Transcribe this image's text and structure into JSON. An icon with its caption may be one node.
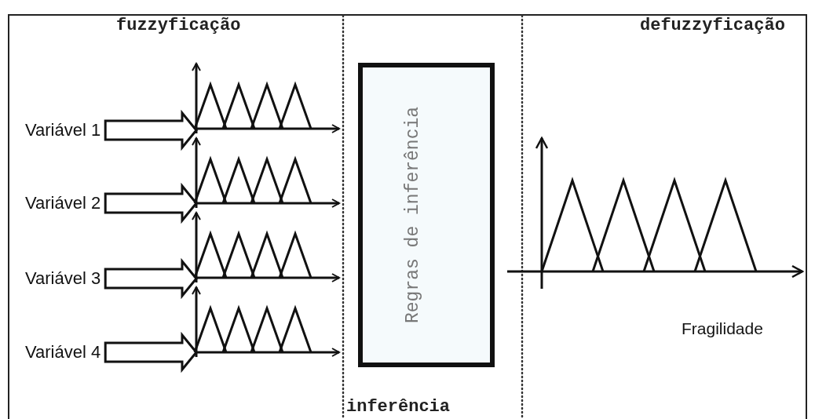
{
  "diagram": {
    "nodes": [
      {
        "text": [
          "Variável 1"
        ]
      },
      {
        "text": [
          "Variável 2"
        ]
      },
      {
        "text": [
          "Variável 3"
        ]
      },
      {
        "text": [
          "Variável 4"
        ]
      },
      {
        "text": [],
        "shape": "picture"
      },
      {
        "text": [],
        "shape": "picture"
      },
      {
        "text": [],
        "shape": "picture"
      },
      {
        "text": [],
        "shape": "picture"
      },
      {
        "text": [
          "Regras de inferência"
        ]
      }
    ],
    "edges": [
      {
        "from": 0,
        "to": 4,
        "arrow": "to"
      },
      {
        "from": 1,
        "to": 5,
        "arrow": "to"
      },
      {
        "from": 2,
        "to": 6,
        "arrow": "to"
      },
      {
        "from": 3,
        "to": 7,
        "arrow": "to"
      }
    ],
    "labels": [
      "fuzzyficação",
      "defuzzyficação",
      "inferência",
      "Fragilidade"
    ]
  }
}
